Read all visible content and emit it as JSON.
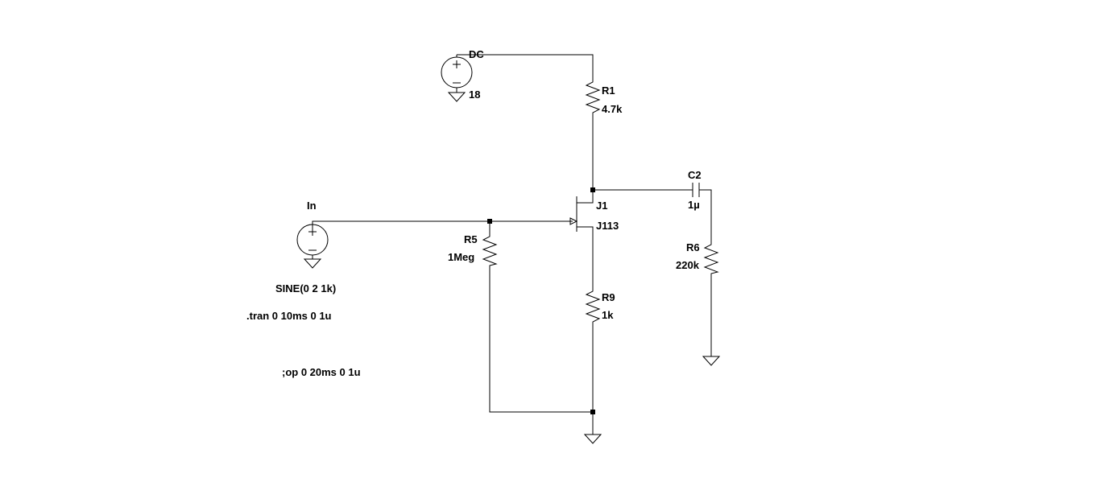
{
  "colors": {
    "background": "#ffffff",
    "ink": "#000000"
  },
  "components": {
    "v_dc": {
      "name": "DC",
      "value": "18"
    },
    "v_in": {
      "name": "In",
      "value": "SINE(0 2 1k)"
    },
    "r1": {
      "name": "R1",
      "value": "4.7k"
    },
    "r5": {
      "name": "R5",
      "value": "1Meg"
    },
    "r6": {
      "name": "R6",
      "value": "220k"
    },
    "r9": {
      "name": "R9",
      "value": "1k"
    },
    "c2": {
      "name": "C2",
      "value": "1µ"
    },
    "j1": {
      "name": "J1",
      "value": "J113"
    }
  },
  "directives": {
    "tran": ".tran 0 10ms 0 1u",
    "op": ";op 0 20ms 0 1u"
  }
}
